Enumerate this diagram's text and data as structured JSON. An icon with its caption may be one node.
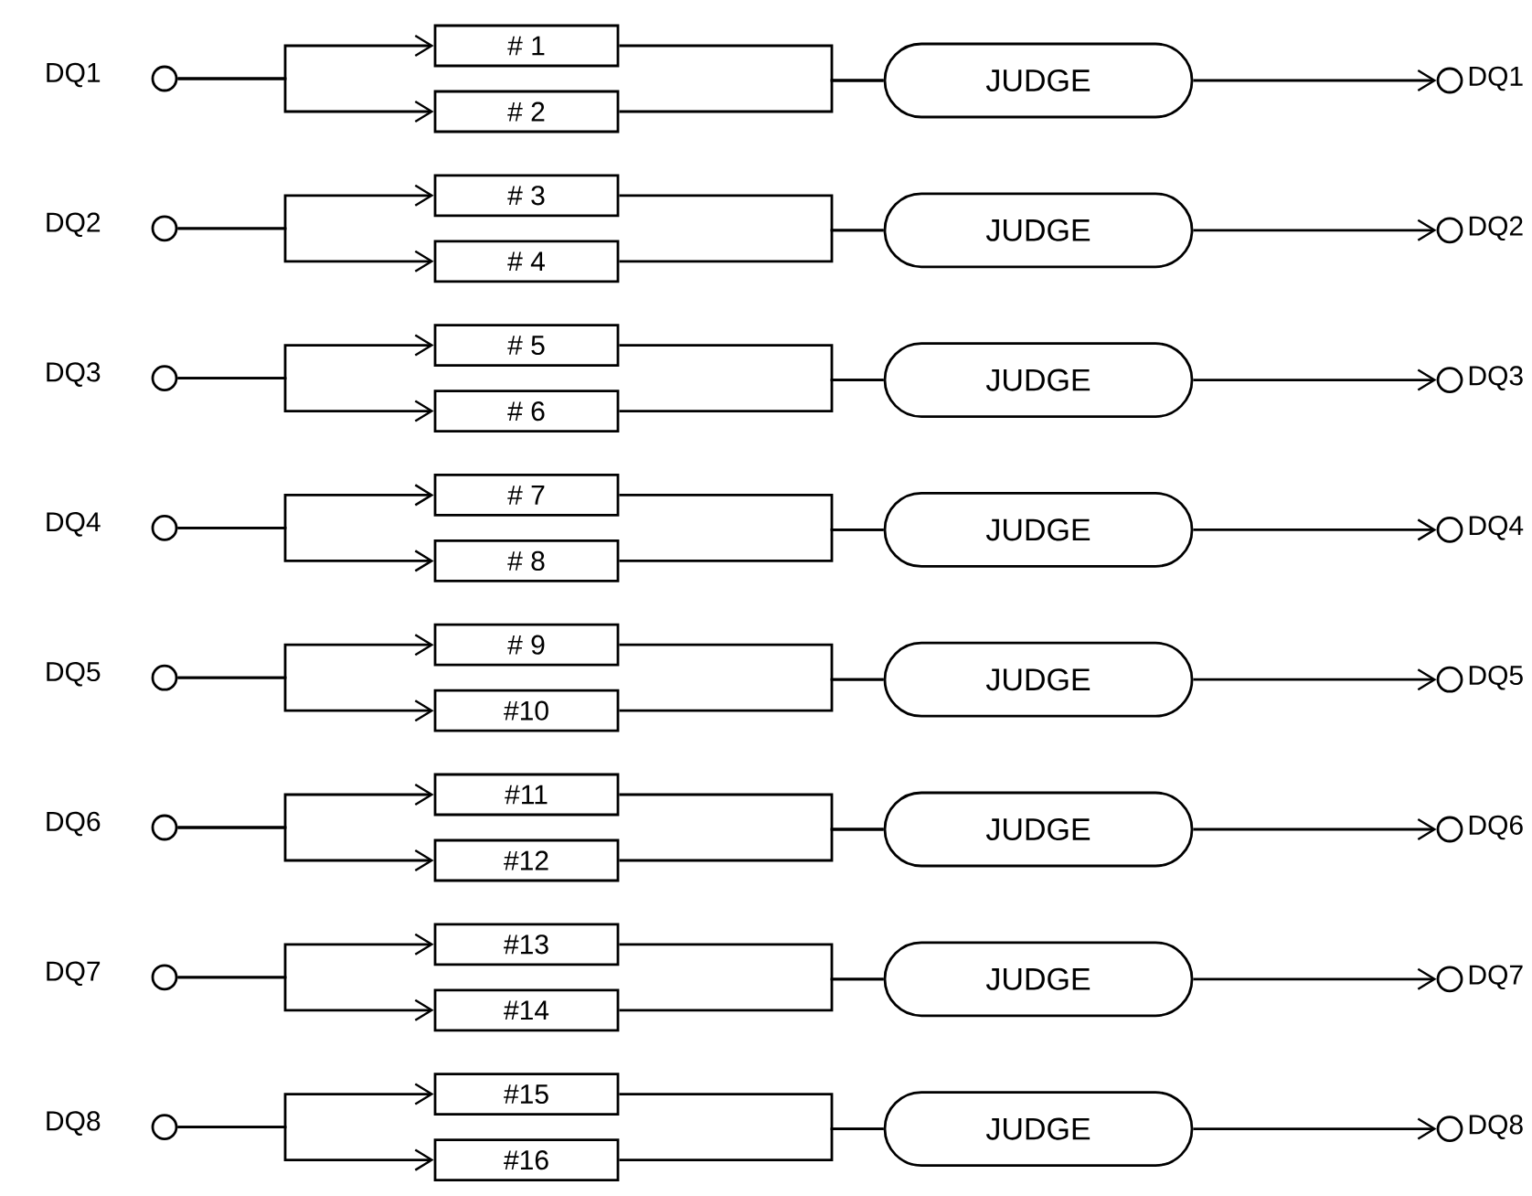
{
  "diagram": {
    "nodes": [
      {
        "text": [],
        "shape": "circle",
        "beside": [
          "DQ1"
        ]
      },
      {
        "text": [
          "# 1"
        ]
      },
      {
        "text": [
          "# 2"
        ]
      },
      {
        "text": [
          "JUDGE"
        ]
      },
      {
        "text": [],
        "shape": "circle",
        "beside": [
          "DQ1"
        ]
      },
      {
        "text": [],
        "shape": "circle",
        "beside": [
          "DQ2"
        ]
      },
      {
        "text": [
          "# 3"
        ]
      },
      {
        "text": [
          "# 4"
        ]
      },
      {
        "text": [
          "JUDGE"
        ]
      },
      {
        "text": [],
        "shape": "circle",
        "beside": [
          "DQ2"
        ]
      },
      {
        "text": [],
        "shape": "circle",
        "beside": [
          "DQ3"
        ]
      },
      {
        "text": [
          "# 5"
        ]
      },
      {
        "text": [
          "# 6"
        ]
      },
      {
        "text": [
          "JUDGE"
        ]
      },
      {
        "text": [],
        "shape": "circle",
        "beside": [
          "DQ3"
        ]
      },
      {
        "text": [],
        "shape": "circle",
        "beside": [
          "DQ4"
        ]
      },
      {
        "text": [
          "# 7"
        ]
      },
      {
        "text": [
          "# 8"
        ]
      },
      {
        "text": [
          "JUDGE"
        ]
      },
      {
        "text": [],
        "shape": "circle",
        "beside": [
          "DQ4"
        ]
      },
      {
        "text": [],
        "shape": "circle",
        "beside": [
          "DQ5"
        ]
      },
      {
        "text": [
          "# 9"
        ]
      },
      {
        "text": [
          "#10"
        ]
      },
      {
        "text": [
          "JUDGE"
        ]
      },
      {
        "text": [],
        "shape": "circle",
        "beside": [
          "DQ5"
        ]
      },
      {
        "text": [],
        "shape": "circle",
        "beside": [
          "DQ6"
        ]
      },
      {
        "text": [
          "#11"
        ]
      },
      {
        "text": [
          "#12"
        ]
      },
      {
        "text": [
          "JUDGE"
        ]
      },
      {
        "text": [],
        "shape": "circle",
        "beside": [
          "DQ6"
        ]
      },
      {
        "text": [],
        "shape": "circle",
        "beside": [
          "DQ7"
        ]
      },
      {
        "text": [
          "#13"
        ]
      },
      {
        "text": [
          "#14"
        ]
      },
      {
        "text": [
          "JUDGE"
        ]
      },
      {
        "text": [],
        "shape": "circle",
        "beside": [
          "DQ7"
        ]
      },
      {
        "text": [],
        "shape": "circle",
        "beside": [
          "DQ8"
        ]
      },
      {
        "text": [
          "#15"
        ]
      },
      {
        "text": [
          "#16"
        ]
      },
      {
        "text": [
          "JUDGE"
        ]
      },
      {
        "text": [],
        "shape": "circle",
        "beside": [
          "DQ8"
        ]
      }
    ],
    "edges": [
      {
        "from": 0,
        "to": 1,
        "arrow": "to"
      },
      {
        "from": 0,
        "to": 2,
        "arrow": "to"
      },
      {
        "from": 1,
        "to": 3,
        "arrow": "none"
      },
      {
        "from": 2,
        "to": 3,
        "arrow": "none"
      },
      {
        "from": 3,
        "to": 4,
        "arrow": "to"
      },
      {
        "from": 5,
        "to": 6,
        "arrow": "to"
      },
      {
        "from": 5,
        "to": 7,
        "arrow": "to"
      },
      {
        "from": 6,
        "to": 8,
        "arrow": "none"
      },
      {
        "from": 7,
        "to": 8,
        "arrow": "none"
      },
      {
        "from": 8,
        "to": 9,
        "arrow": "to"
      },
      {
        "from": 10,
        "to": 11,
        "arrow": "to"
      },
      {
        "from": 10,
        "to": 12,
        "arrow": "to"
      },
      {
        "from": 11,
        "to": 13,
        "arrow": "none"
      },
      {
        "from": 12,
        "to": 13,
        "arrow": "none"
      },
      {
        "from": 13,
        "to": 14,
        "arrow": "to"
      },
      {
        "from": 15,
        "to": 16,
        "arrow": "to"
      },
      {
        "from": 15,
        "to": 17,
        "arrow": "to"
      },
      {
        "from": 16,
        "to": 18,
        "arrow": "none"
      },
      {
        "from": 17,
        "to": 18,
        "arrow": "none"
      },
      {
        "from": 18,
        "to": 19,
        "arrow": "to"
      },
      {
        "from": 20,
        "to": 21,
        "arrow": "to"
      },
      {
        "from": 20,
        "to": 22,
        "arrow": "to"
      },
      {
        "from": 21,
        "to": 23,
        "arrow": "none"
      },
      {
        "from": 22,
        "to": 23,
        "arrow": "none"
      },
      {
        "from": 23,
        "to": 24,
        "arrow": "to"
      },
      {
        "from": 25,
        "to": 26,
        "arrow": "to"
      },
      {
        "from": 25,
        "to": 27,
        "arrow": "to"
      },
      {
        "from": 26,
        "to": 28,
        "arrow": "none"
      },
      {
        "from": 27,
        "to": 28,
        "arrow": "none"
      },
      {
        "from": 28,
        "to": 29,
        "arrow": "to"
      },
      {
        "from": 30,
        "to": 31,
        "arrow": "to"
      },
      {
        "from": 30,
        "to": 32,
        "arrow": "to"
      },
      {
        "from": 31,
        "to": 33,
        "arrow": "none"
      },
      {
        "from": 32,
        "to": 33,
        "arrow": "none"
      },
      {
        "from": 33,
        "to": 34,
        "arrow": "to"
      },
      {
        "from": 35,
        "to": 36,
        "arrow": "to"
      },
      {
        "from": 35,
        "to": 37,
        "arrow": "to"
      },
      {
        "from": 36,
        "to": 38,
        "arrow": "none"
      },
      {
        "from": 37,
        "to": 38,
        "arrow": "none"
      },
      {
        "from": 38,
        "to": 39,
        "arrow": "to"
      }
    ]
  }
}
